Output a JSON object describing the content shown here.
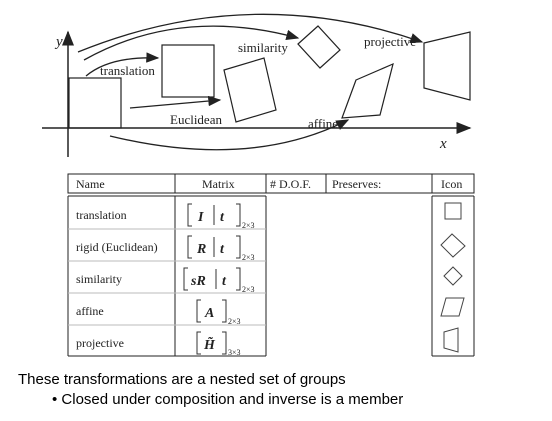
{
  "diagram": {
    "axis_x": "x",
    "axis_y": "y",
    "labels": {
      "translation": "translation",
      "similarity": "similarity",
      "projective": "projective",
      "euclidean": "Euclidean",
      "affine": "affine"
    }
  },
  "table": {
    "headers": [
      "Name",
      "Matrix",
      "# D.O.F.",
      "Preserves:",
      "Icon"
    ],
    "rows": [
      {
        "name": "translation",
        "matrix": "I",
        "matrix2": "t",
        "sub": "2×3",
        "icon": "square-icon"
      },
      {
        "name": "rigid (Euclidean)",
        "matrix": "R",
        "matrix2": "t",
        "sub": "2×3",
        "icon": "rotated-square-icon"
      },
      {
        "name": "similarity",
        "matrix": "sR",
        "matrix2": "t",
        "sub": "2×3",
        "icon": "small-rotated-square-icon"
      },
      {
        "name": "affine",
        "matrix": "A",
        "matrix2": "",
        "sub": "2×3",
        "icon": "parallelogram-icon"
      },
      {
        "name": "projective",
        "matrix": "H̃",
        "matrix2": "",
        "sub": "3×3",
        "icon": "trapezoid-icon"
      }
    ]
  },
  "notes": {
    "line1": "These transformations are a nested set of groups",
    "line2": "• Closed under composition and inverse is a member"
  }
}
